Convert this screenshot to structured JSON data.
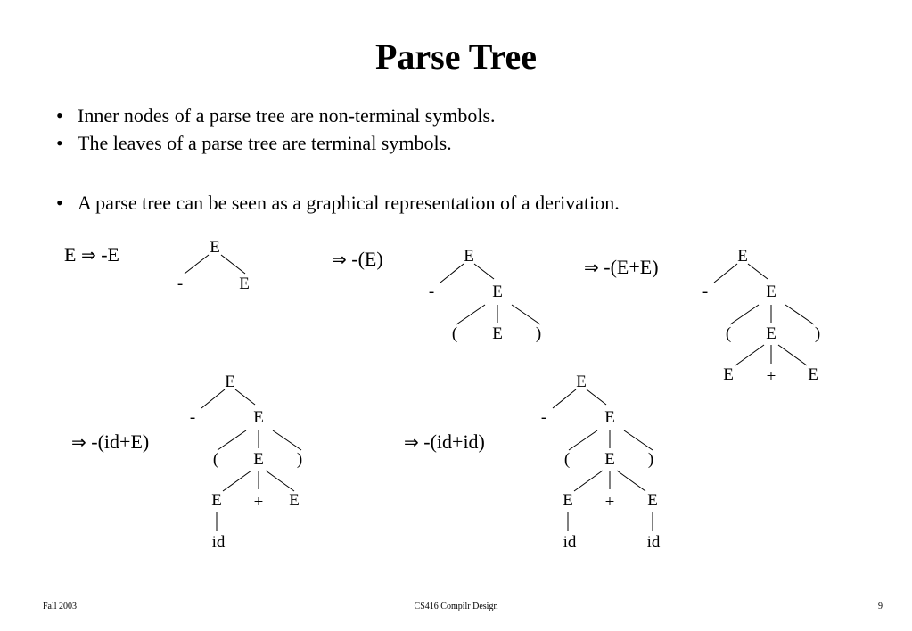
{
  "title": "Parse Tree",
  "bullets": [
    "Inner nodes of a parse tree are non-terminal symbols.",
    "The leaves of a parse tree are terminal symbols.",
    "A parse tree can be seen as a graphical representation of a derivation."
  ],
  "bullet_symbol": "•",
  "arrow_symbol": "⇒",
  "derivation_steps": [
    {
      "lhs": "E",
      "rhs": "-E"
    },
    {
      "rhs": "-(E)"
    },
    {
      "rhs": "-(E+E)"
    },
    {
      "rhs": "-(id+E)"
    },
    {
      "rhs": "-(id+id)"
    }
  ],
  "trees": [
    {
      "root": "E",
      "children": [
        "-",
        "E"
      ]
    },
    {
      "root": "E",
      "children": [
        "-",
        "E"
      ],
      "second_level": [
        "(",
        "E",
        ")"
      ]
    },
    {
      "root": "E",
      "children": [
        "-",
        "E"
      ],
      "second_level": [
        "(",
        "E",
        ")"
      ],
      "third_level": [
        "E",
        "+",
        "E"
      ]
    },
    {
      "root": "E",
      "children": [
        "-",
        "E"
      ],
      "second_level": [
        "(",
        "E",
        ")"
      ],
      "third_level": [
        "E",
        "+",
        "E"
      ],
      "fourth_level": [
        "id"
      ]
    },
    {
      "root": "E",
      "children": [
        "-",
        "E"
      ],
      "second_level": [
        "(",
        "E",
        ")"
      ],
      "third_level": [
        "E",
        "+",
        "E"
      ],
      "fourth_level": [
        "id",
        "id"
      ]
    }
  ],
  "footer": {
    "left": "Fall 2003",
    "center": "CS416 Compilr Design",
    "right": "9"
  }
}
